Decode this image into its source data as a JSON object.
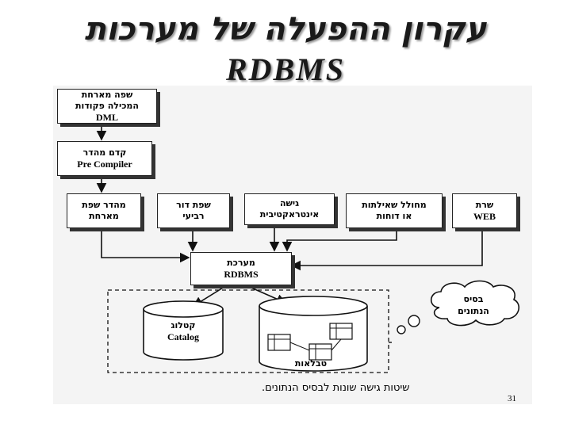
{
  "title": {
    "line1": "עקרון ההפעלה של מערכות",
    "line2": "RDBMS"
  },
  "boxes": {
    "dml": {
      "he1": "שפה מארחת",
      "he2": "המכילה פקודות",
      "en": "DML"
    },
    "precompiler": {
      "he": "קדם מהדר",
      "en": "Pre Compiler"
    },
    "host_compiler": {
      "he1": "מהדר שפת",
      "he2": "מארחת"
    },
    "fourth_gen": {
      "he1": "שפת דור",
      "he2": "רביעי"
    },
    "interactive": {
      "he1": "גישה",
      "he2": "אינטראקטיבית"
    },
    "query_gen": {
      "he1": "מחולל שאילתות",
      "he2": "או דוחות"
    },
    "web": {
      "he": "שרת",
      "en": "WEB"
    },
    "rdbms": {
      "he": "מערכת",
      "en": "RDBMS"
    }
  },
  "catalog": {
    "he": "קטלוג",
    "en": "Catalog"
  },
  "tables_label": "טבלאות",
  "cloud_text": {
    "line1": "בסיס",
    "line2": "הנתונים"
  },
  "caption": "שיטות גישה שונות לבסיס הנתונים.",
  "page_number": "31"
}
